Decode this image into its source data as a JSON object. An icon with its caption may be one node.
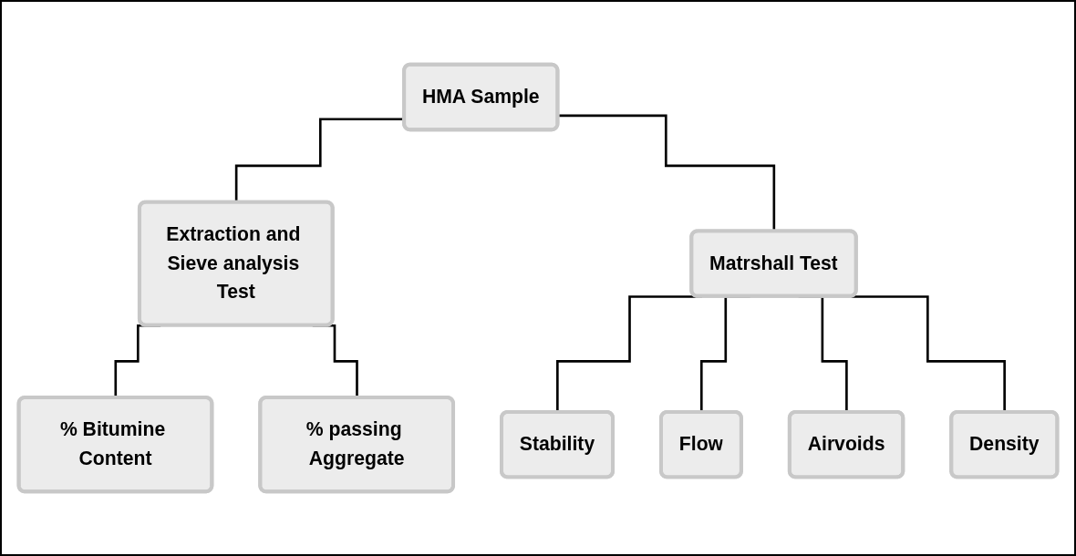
{
  "diagram": {
    "nodes": [
      {
        "text": [
          "HMA Sample"
        ]
      },
      {
        "text": [
          "Extraction and Sieve analysis Test"
        ]
      },
      {
        "text": [
          "Matrshall Test"
        ]
      },
      {
        "text": [
          "% Bitumine Content"
        ]
      },
      {
        "text": [
          "% passing Aggregate"
        ]
      },
      {
        "text": [
          "Stability"
        ]
      },
      {
        "text": [
          "Flow"
        ]
      },
      {
        "text": [
          "Airvoids"
        ]
      },
      {
        "text": [
          "Density"
        ]
      }
    ],
    "edges": [
      {
        "from": 0,
        "to": 1,
        "arrow": "none"
      },
      {
        "from": 0,
        "to": 2,
        "arrow": "none"
      },
      {
        "from": 1,
        "to": 3,
        "arrow": "none"
      },
      {
        "from": 1,
        "to": 4,
        "arrow": "none"
      },
      {
        "from": 2,
        "to": 5,
        "arrow": "none"
      },
      {
        "from": 2,
        "to": 6,
        "arrow": "none"
      },
      {
        "from": 2,
        "to": 7,
        "arrow": "none"
      },
      {
        "from": 2,
        "to": 8,
        "arrow": "none"
      }
    ]
  }
}
